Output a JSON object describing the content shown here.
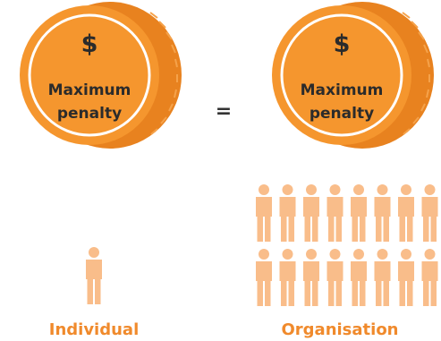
{
  "left_coin": {
    "symbol": "$",
    "line1": "Maximum",
    "line2": "penalty"
  },
  "equals_sign": "=",
  "right_coin": {
    "symbol": "$",
    "line1": "Maximum",
    "line2": "penalty"
  },
  "individual": {
    "label": "Individual",
    "person_count": 1
  },
  "organisation": {
    "label": "Organisation",
    "person_count": 16
  },
  "colors": {
    "coin_orange": "#f5962e",
    "coin_edge": "#e8821f",
    "coin_ring": "#ffffff",
    "person_peach": "#f9bd8a",
    "label_orange": "#f08a2c"
  }
}
